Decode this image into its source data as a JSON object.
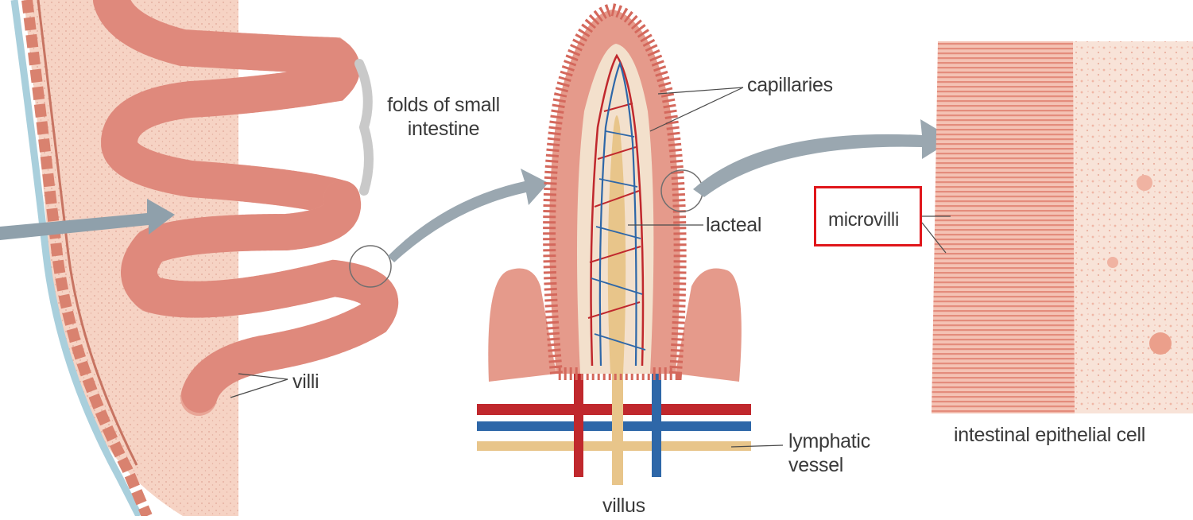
{
  "diagram": {
    "labels": {
      "folds_line1": "folds of small",
      "folds_line2": "intestine",
      "capillaries": "capillaries",
      "lacteal": "lacteal",
      "microvilli": "microvilli",
      "villi": "villi",
      "lymphatic_line1": "lymphatic",
      "lymphatic_line2": "vessel",
      "villus": "villus",
      "epithelial_cell": "intestinal epithelial cell"
    },
    "highlighted_label": "microvilli",
    "colors": {
      "tissue_light": "#f6d3c4",
      "tissue_pink": "#e9a596",
      "tissue_dark": "#d9766a",
      "arrow": "#9aa7b0",
      "vein": "#2e67a8",
      "artery": "#c0282d",
      "lacteal": "#e8c58a",
      "highlight": "#e0161b",
      "label": "#3a3a3a"
    }
  }
}
